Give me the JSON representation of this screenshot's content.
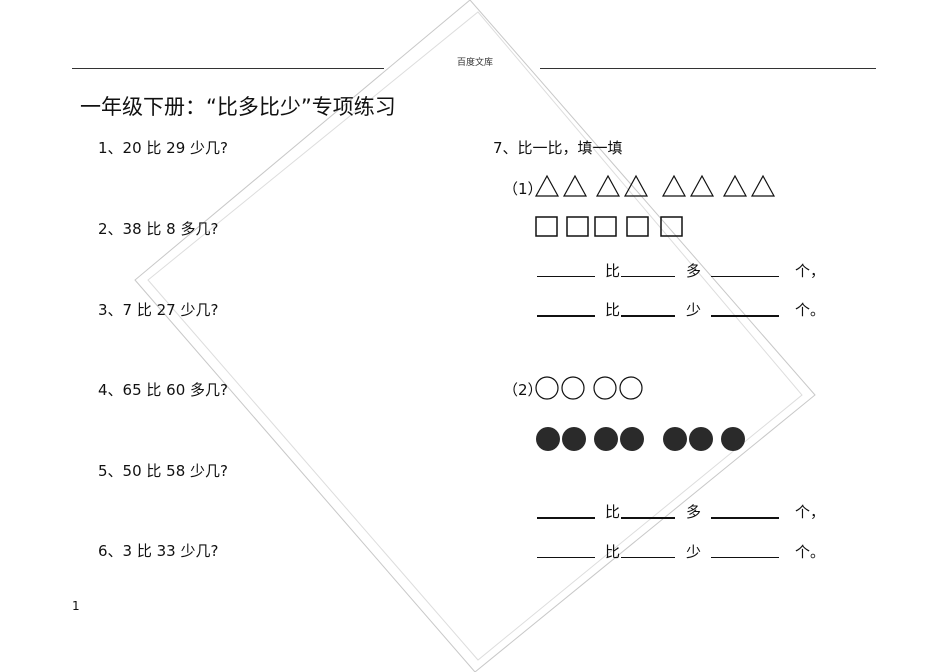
{
  "header": {
    "text": "百度文库"
  },
  "title": "一年级下册：“比多比少”专项练习",
  "questions": [
    {
      "text": "1、20 比 29 少几?"
    },
    {
      "text": "2、38 比 8 多几?"
    },
    {
      "text": "3、7 比 27 少几?"
    },
    {
      "text": "4、65 比 60 多几?"
    },
    {
      "text": "5、50 比 58 少几?"
    },
    {
      "text": "6、3 比 33 少几?"
    }
  ],
  "q7": {
    "title": "7、比一比，填一填",
    "part1": {
      "label": "（1）",
      "triangle_count": 8,
      "square_count": 5,
      "line1": {
        "bi": "比",
        "compare": "多",
        "unit": "个，"
      },
      "line2": {
        "bi": "比",
        "compare": "少",
        "unit": "个。"
      }
    },
    "part2": {
      "label": "（2）",
      "hollow_circle_count": 4,
      "filled_circle_count": 7,
      "line1": {
        "bi": "比",
        "compare": "多",
        "unit": "个，"
      },
      "line2": {
        "bi": "比",
        "compare": "少",
        "unit": "个。"
      }
    }
  },
  "page_number": "1",
  "colors": {
    "ink": "#111111",
    "watermark": "#c8c8c8"
  }
}
